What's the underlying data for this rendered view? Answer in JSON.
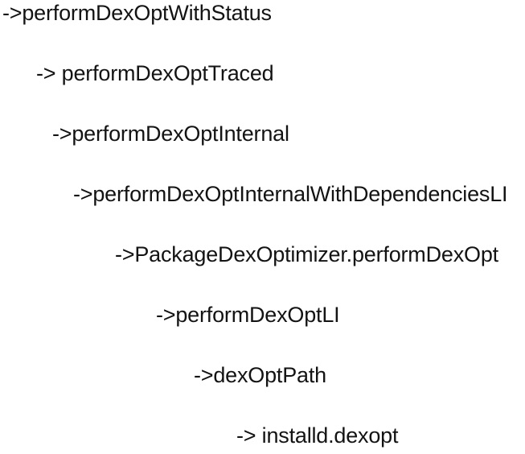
{
  "diagram": {
    "kind": "call-stack-trace",
    "background_color": "#ffffff",
    "text_color": "#131313",
    "call_chain": [
      {
        "depth": 0,
        "arrow": "->",
        "name": "performDexOptWithStatus",
        "text": "->performDexOptWithStatus",
        "truncated": false
      },
      {
        "depth": 1,
        "arrow": "-> ",
        "name": "performDexOptTraced",
        "text": "-> performDexOptTraced",
        "truncated": false
      },
      {
        "depth": 2,
        "arrow": "->",
        "name": "performDexOptInternal",
        "text": "->performDexOptInternal",
        "truncated": false
      },
      {
        "depth": 3,
        "arrow": "->",
        "name": "performDexOptInternalWithDependenciesLI",
        "text": "->performDexOptInternalWithDependenciesLI",
        "truncated": true
      },
      {
        "depth": 4,
        "arrow": "->",
        "name": "PackageDexOptimizer.performDexOpt",
        "text": "->PackageDexOptimizer.performDexOpt",
        "truncated": false
      },
      {
        "depth": 5,
        "arrow": "->",
        "name": "performDexOptLI",
        "text": "->performDexOptLI",
        "truncated": false
      },
      {
        "depth": 6,
        "arrow": "->",
        "name": "dexOptPath",
        "text": "->dexOptPath",
        "truncated": false
      },
      {
        "depth": 7,
        "arrow": "-> ",
        "name": "installd.dexopt",
        "text": "-> installd.dexopt",
        "truncated": false
      }
    ]
  }
}
